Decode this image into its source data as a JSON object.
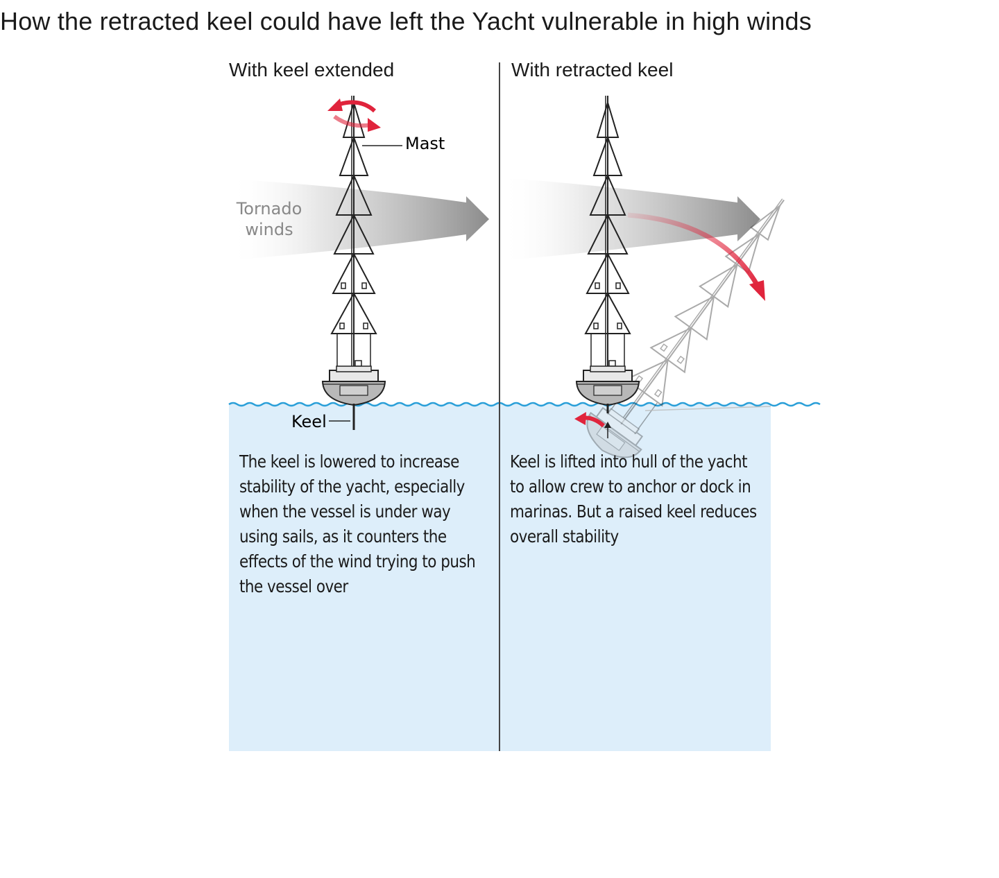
{
  "title": "How the retracted keel could have left the Yacht   vulnerable in high winds",
  "panels": {
    "left": {
      "heading": "With keel extended",
      "description": "The keel is lowered to increase stability of the yacht, especially when the vessel is under way using sails, as it counters the effects of the wind trying to push the vessel over"
    },
    "right": {
      "heading": "With retracted keel",
      "description": "Keel is lifted into hull of the yacht to allow crew to anchor or dock in marinas. But a raised keel reduces overall stability"
    }
  },
  "labels": {
    "mast": "Mast",
    "keel": "Keel",
    "wind_line1": "Tornado",
    "wind_line2": "winds"
  },
  "colors": {
    "water": "#ddeefa",
    "wave": "#2a9fd8",
    "arrow_red": "#e0243c",
    "wind_gray": "#8c8c8c"
  }
}
